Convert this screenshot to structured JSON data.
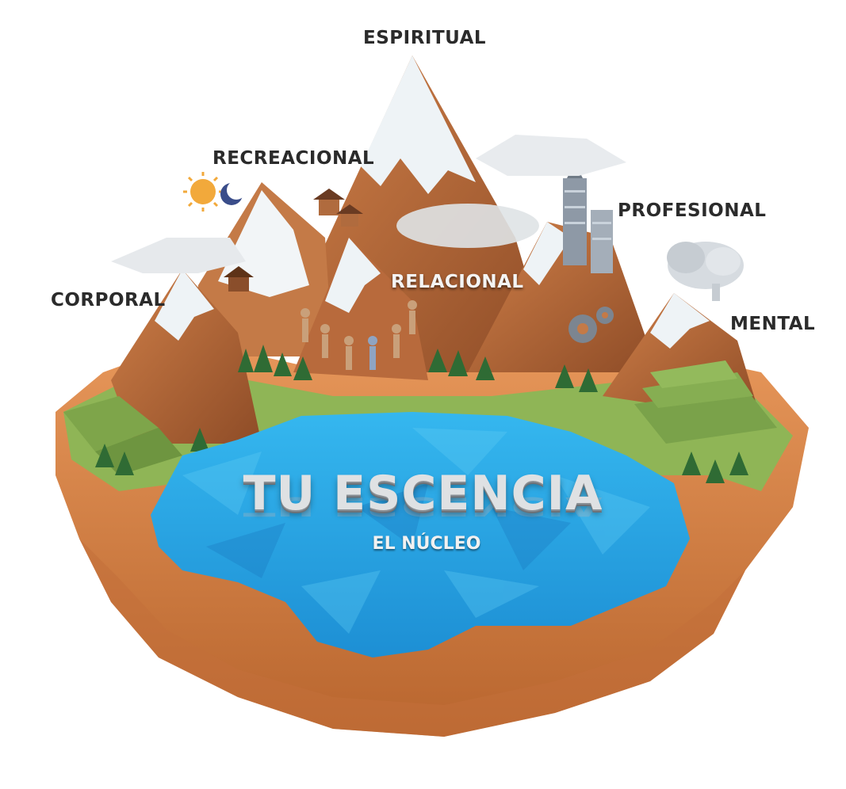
{
  "dimensions": [
    {
      "key": "espiritual",
      "label": "ESPIRITUAL"
    },
    {
      "key": "recreacional",
      "label": "RECREACIONAL"
    },
    {
      "key": "profesional",
      "label": "PROFESIONAL"
    },
    {
      "key": "corporal",
      "label": "CORPORAL"
    },
    {
      "key": "relacional",
      "label": "RELACIONAL"
    },
    {
      "key": "mental",
      "label": "MENTAL"
    }
  ],
  "core": {
    "title": "TU ESCENCIA",
    "subtitle": "EL NÚCLEO"
  },
  "colors": {
    "water": "#2aa9e6",
    "water_deep": "#1a86cf",
    "cliff": "#d9874a",
    "cliff_dark": "#b7652e",
    "grass": "#7fa84a",
    "forest": "#2f6b34",
    "mountain": "#b86a3c",
    "snow": "#eef3f6",
    "cloud": "#e6e9ec",
    "label": "#2b2b2b"
  }
}
